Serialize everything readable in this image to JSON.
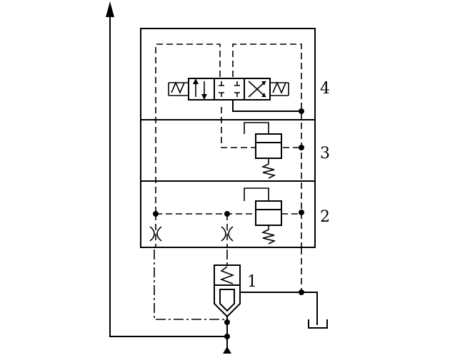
{
  "labels": {
    "valve_1": "1",
    "valve_2": "2",
    "valve_3": "3",
    "valve_4": "4"
  }
}
